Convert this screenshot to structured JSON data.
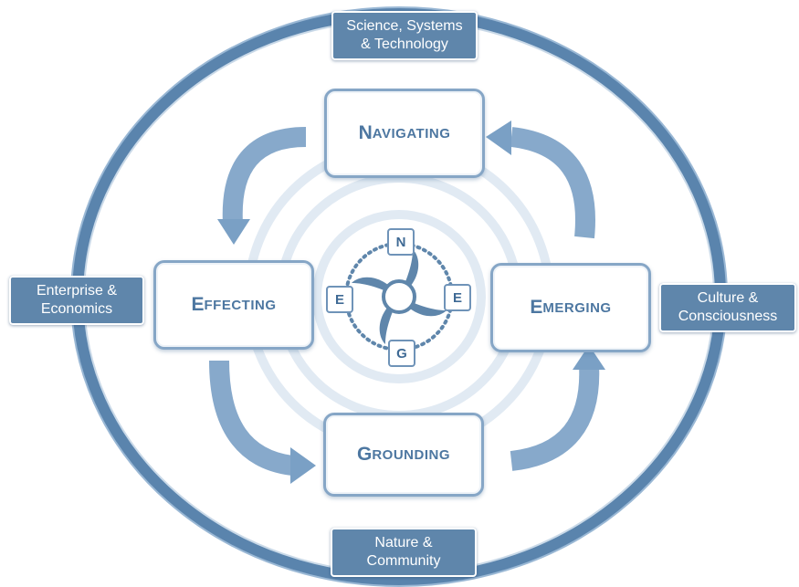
{
  "outer_labels": {
    "top": "Science, Systems\n& Technology",
    "left": "Enterprise &\nEconomics",
    "right": "Culture &\nConsciousness",
    "bottom": "Nature &\nCommunity"
  },
  "cards": {
    "navigating": {
      "first": "N",
      "rest": "AVIGATING"
    },
    "effecting": {
      "first": "E",
      "rest": "FFECTING"
    },
    "emerging": {
      "first": "E",
      "rest": "MERGING"
    },
    "grounding": {
      "first": "G",
      "rest": "ROUNDING"
    }
  },
  "compass": {
    "north": "N",
    "west": "E",
    "east": "E",
    "south": "G"
  },
  "colors": {
    "ring": "#4f7ba5",
    "arrow": "#6f97bf",
    "tag": "#5f86ab",
    "card_text": "#4d77a1"
  }
}
